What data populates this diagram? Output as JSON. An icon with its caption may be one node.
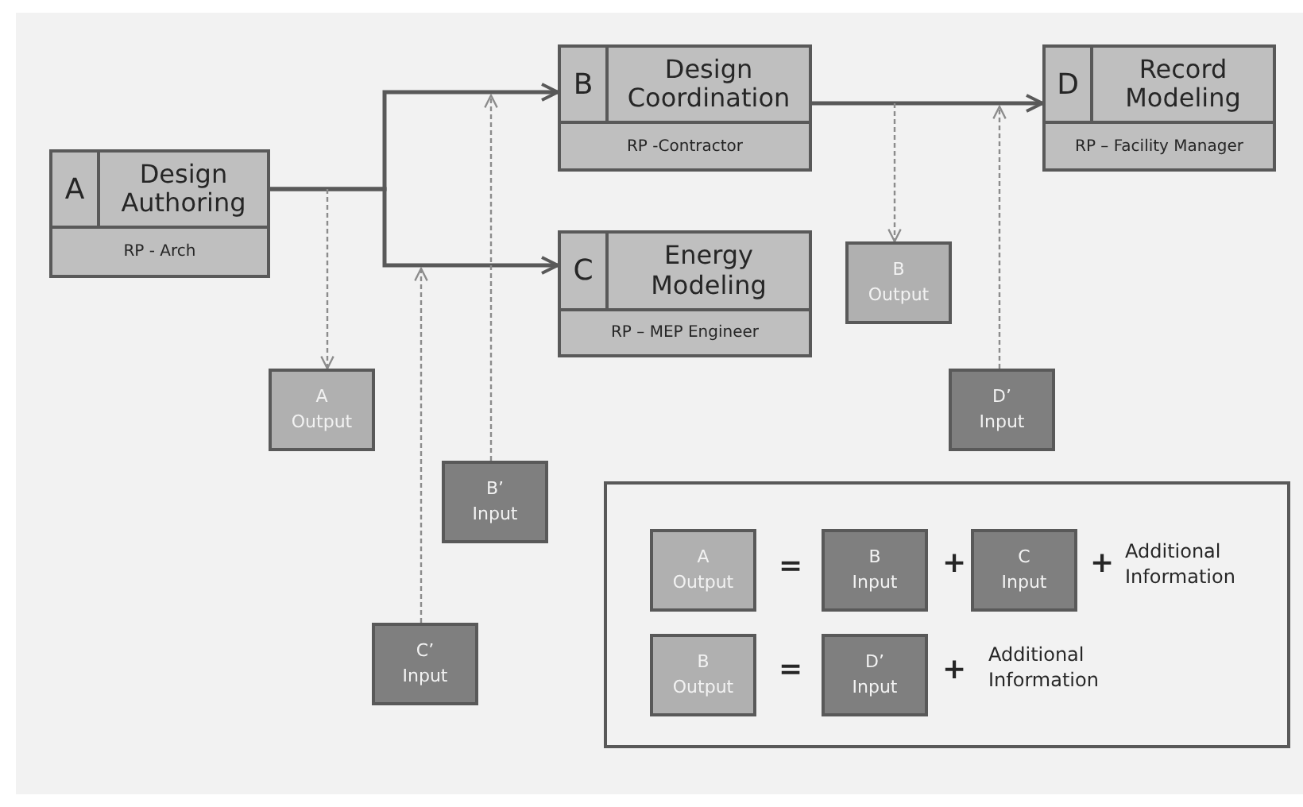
{
  "diagram": {
    "nodes": [
      {
        "text": [
          "A",
          "Design Authoring",
          "RP - Arch"
        ]
      },
      {
        "text": [
          "B",
          "Design Coordination",
          "RP -Contractor"
        ]
      },
      {
        "text": [
          "C",
          "Energy Modeling",
          "RP – MEP Engineer"
        ]
      },
      {
        "text": [
          "D",
          "Record Modeling",
          "RP – Facility Manager"
        ]
      },
      {
        "text": [
          "B Output"
        ]
      },
      {
        "text": [
          "A Output"
        ]
      },
      {
        "text": [
          "D’ Input"
        ]
      },
      {
        "text": [
          "B’ Input"
        ]
      },
      {
        "text": [
          "C’ Input"
        ]
      },
      {
        "text": [],
        "shape": "box"
      },
      {
        "text": [
          "A Output"
        ],
        "in": 9
      },
      {
        "text": [
          "B Input"
        ],
        "in": 9
      },
      {
        "text": [
          "C Input"
        ],
        "in": 9
      },
      {
        "text": [
          "B Output"
        ],
        "in": 9
      },
      {
        "text": [
          "D’ Input"
        ],
        "in": 9
      }
    ],
    "edges": [
      {
        "from": 0,
        "to": 1,
        "arrow": "to"
      },
      {
        "from": 0,
        "to": 2,
        "arrow": "to"
      },
      {
        "from": 1,
        "to": 3,
        "arrow": "to"
      },
      {
        "from": null,
        "to": 5,
        "arrow": "to",
        "style": "dashed"
      },
      {
        "from": 7,
        "to": null,
        "arrow": "to",
        "style": "dashed"
      },
      {
        "from": 8,
        "to": null,
        "arrow": "to",
        "style": "dashed"
      },
      {
        "from": null,
        "to": 4,
        "arrow": "to",
        "style": "dashed"
      },
      {
        "from": 6,
        "to": null,
        "arrow": "to",
        "style": "dashed"
      }
    ],
    "labels": [
      "=",
      "+",
      "+",
      "Additional Information",
      "=",
      "+",
      "Additional Information"
    ]
  }
}
